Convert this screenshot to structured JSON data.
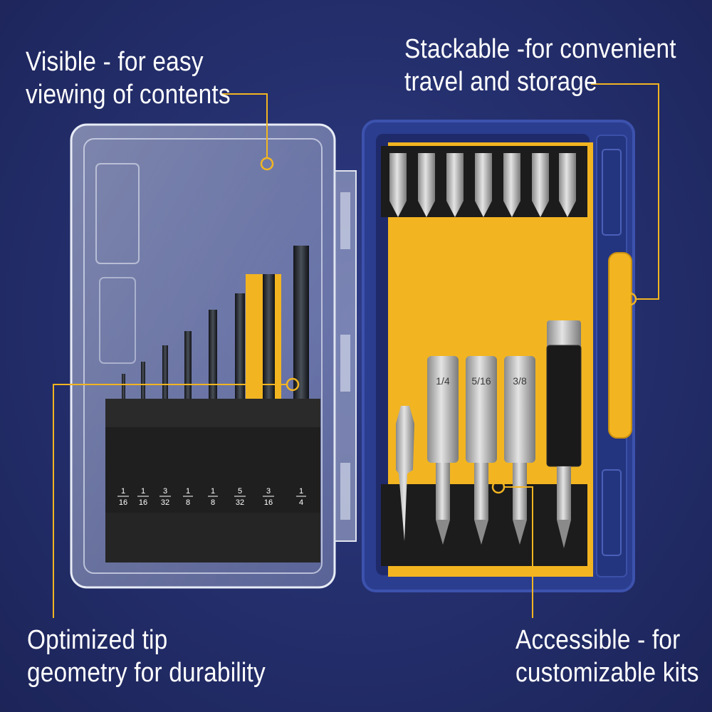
{
  "callouts": {
    "top_left": {
      "line1": "Visible - for easy",
      "line2": "viewing of contents"
    },
    "top_right": {
      "line1": "Stackable -for convenient",
      "line2": "travel and storage"
    },
    "bottom_left": {
      "line1": "Optimized tip",
      "line2": "geometry for durability"
    },
    "bottom_right": {
      "line1": "Accessible - for",
      "line2": "customizable kits"
    }
  },
  "drill_sizes": [
    {
      "num": "1",
      "den": "16"
    },
    {
      "num": "1",
      "den": "16"
    },
    {
      "num": "3",
      "den": "32"
    },
    {
      "num": "1",
      "den": "8"
    },
    {
      "num": "1",
      "den": "8"
    },
    {
      "num": "5",
      "den": "32"
    },
    {
      "num": "3",
      "den": "16"
    },
    {
      "num": "1",
      "den": "4"
    }
  ],
  "nut_driver_sizes": [
    "1/4",
    "5/16",
    "3/8"
  ],
  "colors": {
    "background": "#25306f",
    "case_blue": "#2b3d8f",
    "insert_yellow": "#f2b521",
    "callout_line": "#f2b521",
    "tray_black": "#1f1f1f"
  }
}
